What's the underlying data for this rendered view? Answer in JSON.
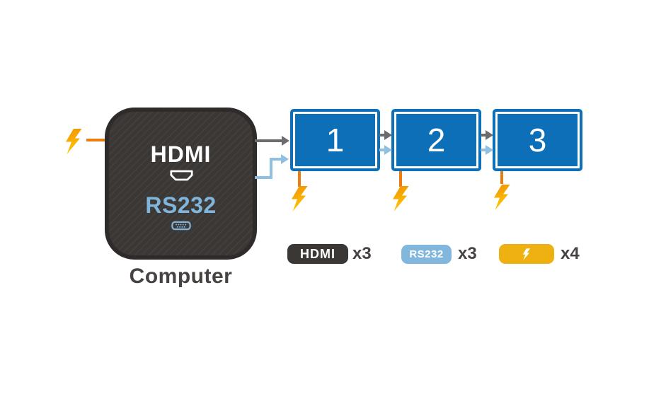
{
  "computer": {
    "label": "Computer",
    "hdmi_label": "HDMI",
    "rs232_label": "RS232"
  },
  "displays": [
    {
      "number": "1"
    },
    {
      "number": "2"
    },
    {
      "number": "3"
    }
  ],
  "legend": [
    {
      "type": "hdmi",
      "badge_label": "HDMI",
      "count": "x3"
    },
    {
      "type": "rs232",
      "badge_label": "RS232",
      "count": "x3"
    },
    {
      "type": "power",
      "badge_label": "",
      "count": "x4"
    }
  ],
  "icons": {
    "power": "lightning-bolt-icon",
    "hdmi_port": "hdmi-connector-icon",
    "rs232_port": "db9-serial-connector-icon"
  },
  "colors": {
    "computer_body": "#3a3735",
    "display_blue": "#0d6fb7",
    "rs232_blue": "#82b7dd",
    "hdmi_gray_cable": "#6b6c6e",
    "power_orange": "#ea7c10",
    "power_gold": "#eeb111",
    "text_dark": "#474342",
    "bolt_gradient_top": "#f29102",
    "bolt_gradient_bottom": "#fdc806"
  }
}
